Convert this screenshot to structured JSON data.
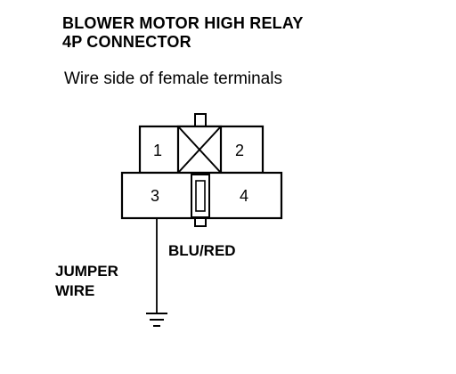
{
  "title": {
    "line1": "BLOWER MOTOR HIGH RELAY",
    "line2": "4P CONNECTOR"
  },
  "subtitle": "Wire side of female terminals",
  "connector": {
    "terminals": [
      "1",
      "2",
      "3",
      "4"
    ]
  },
  "labels": {
    "wire_color": "BLU/RED",
    "jumper_line1": "JUMPER",
    "jumper_line2": "WIRE"
  }
}
